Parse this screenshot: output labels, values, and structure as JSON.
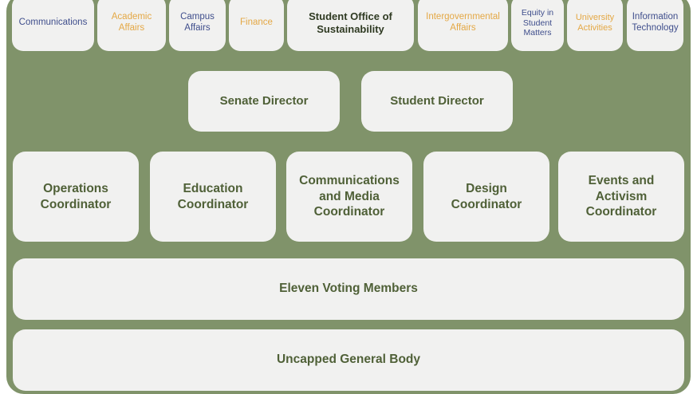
{
  "departments": [
    {
      "label": "Communications",
      "color": "blue"
    },
    {
      "label": "Academic Affairs",
      "color": "orange"
    },
    {
      "label": "Campus Affairs",
      "color": "blue"
    },
    {
      "label": "Finance",
      "color": "orange"
    },
    {
      "label": "Student Office of Sustainability",
      "color": "dark"
    },
    {
      "label": "Intergovernmental Affairs",
      "color": "orange"
    },
    {
      "label": "Equity in Student Matters",
      "color": "blue"
    },
    {
      "label": "University Activities",
      "color": "orange"
    },
    {
      "label": "Information Technology",
      "color": "blue"
    }
  ],
  "directors": {
    "senate": "Senate Director",
    "student": "Student Director"
  },
  "coordinators": {
    "operations": "Operations Coordinator",
    "education": "Education Coordinator",
    "communications_media": "Communications and Media Coordinator",
    "design": "Design Coordinator",
    "events_activism": "Events and Activism Coordinator"
  },
  "voting_members": "Eleven Voting Members",
  "general_body": "Uncapped General Body",
  "colors": {
    "background_green": "#80936a",
    "box_fill": "#f1f1f0",
    "text_green": "#4f6037",
    "text_blue": "#3f4e8c",
    "text_orange": "#e4a845"
  }
}
